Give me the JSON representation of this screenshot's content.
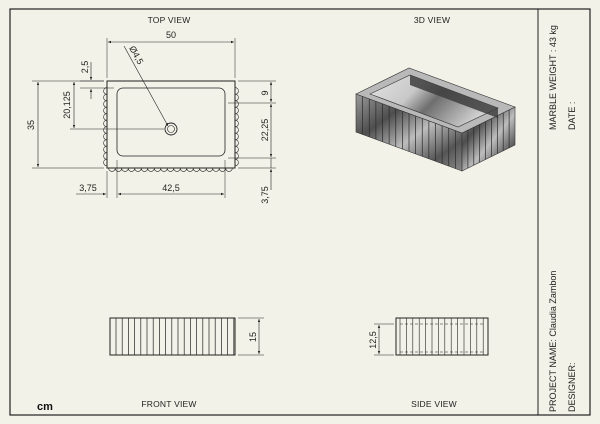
{
  "views": {
    "top": "TOP VIEW",
    "iso": "3D VIEW",
    "front": "FRONT VIEW",
    "side": "SIDE VIEW"
  },
  "unit": "cm",
  "title_block": {
    "marble_weight": "MARBLE WEIGHT : 43 kg",
    "date": "DATE :",
    "project_name": "PROJECT NAME: Claudia Zambon",
    "designer": "DESIGNER:"
  },
  "dimensions": {
    "width": "50",
    "drain_dia": "Ø4,5",
    "rim_top": "2,5",
    "inner_offset": "20,125",
    "depth": "35",
    "wall_right": "9",
    "inner_depth": "22,25",
    "wall_left": "3,75",
    "inner_width": "42,5",
    "wall_bottom": "3,75",
    "height": "15",
    "inner_height": "12,5"
  },
  "colors": {
    "background": "#f3f2e8",
    "line": "#222222",
    "marble_dark": "#5c5c5c",
    "marble_light": "#d8d8d8"
  }
}
